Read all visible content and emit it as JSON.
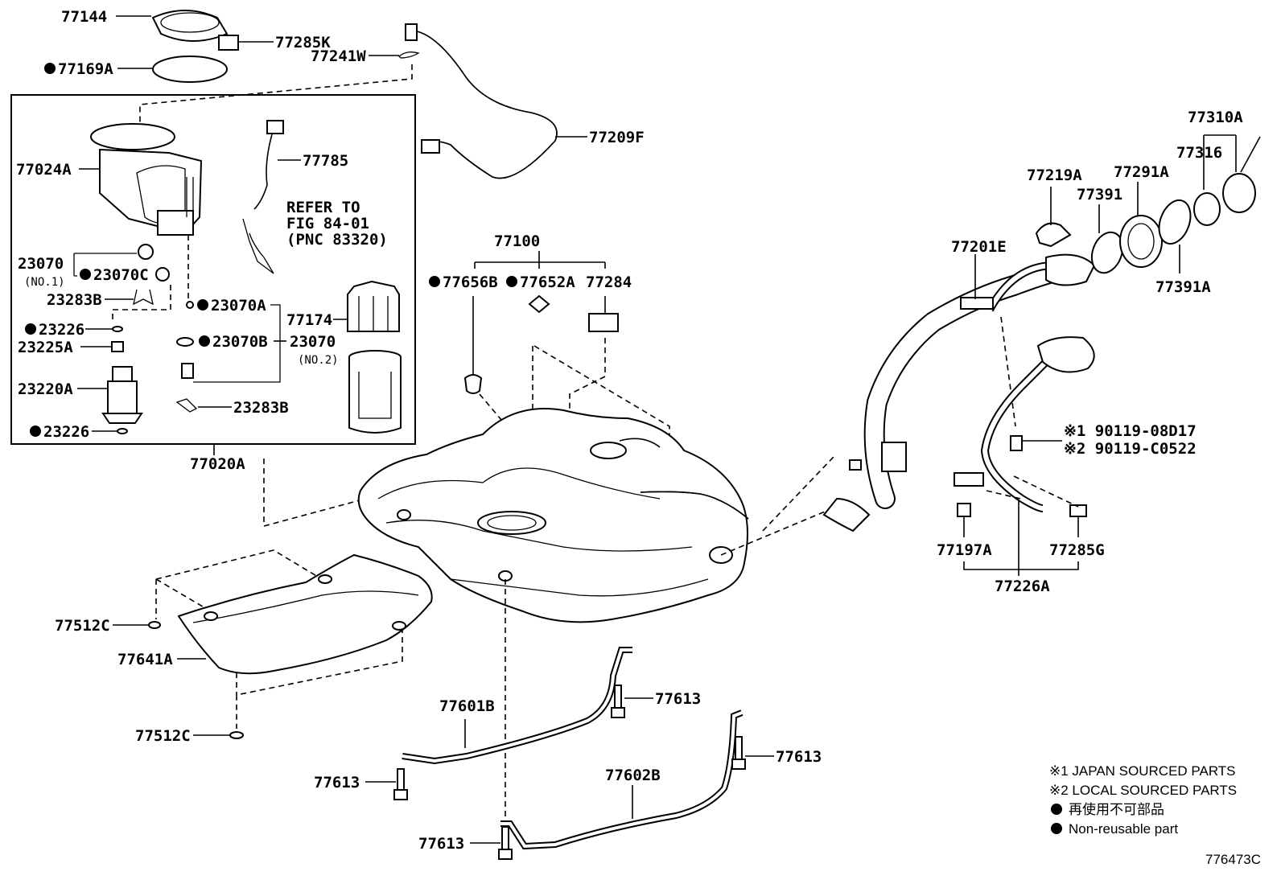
{
  "diagram": {
    "part_numbers": {
      "p77144": "77144",
      "p77285K": "77285K",
      "p77241W": "77241W",
      "p77169A": "77169A",
      "p77209F": "77209F",
      "p77024A": "77024A",
      "p77785": "77785",
      "refer1": "REFER TO",
      "refer2": "FIG 84-01",
      "refer3": "(PNC 83320)",
      "p23070a": "23070",
      "no1": "(NO.1)",
      "p23070C": "23070C",
      "p23283Ba": "23283B",
      "p23070A": "23070A",
      "p77174": "77174",
      "p23226a": "23226",
      "p23225A": "23225A",
      "p23070B": "23070B",
      "p23070b": "23070",
      "no2": "(NO.2)",
      "p23220A": "23220A",
      "p23283Bb": "23283B",
      "p23226b": "23226",
      "p77020A": "77020A",
      "p77100": "77100",
      "p77656B": "77656B",
      "p77652A": "77652A",
      "p77284": "77284",
      "p77201E": "77201E",
      "p77219A": "77219A",
      "p77291A": "77291A",
      "p77391": "77391",
      "p77310A": "77310A",
      "p77316": "77316",
      "p77391A": "77391A",
      "bolt1": "※1 90119-08D17",
      "bolt2": "※2 90119-C0522",
      "p77197A": "77197A",
      "p77285G": "77285G",
      "p77226A": "77226A",
      "p77512Ca": "77512C",
      "p77641A": "77641A",
      "p77512Cb": "77512C",
      "p77601B": "77601B",
      "p77613a": "77613",
      "p77613b": "77613",
      "p77613c": "77613",
      "p77613d": "77613",
      "p77602B": "77602B"
    },
    "legend": {
      "japan": "※1 JAPAN SOURCED PARTS",
      "local": "※2 LOCAL SOURCED PARTS",
      "jp_nonreuse": "再使用不可部品",
      "nonreuse": "Non-reusable part"
    },
    "figure_code": "776473C"
  }
}
